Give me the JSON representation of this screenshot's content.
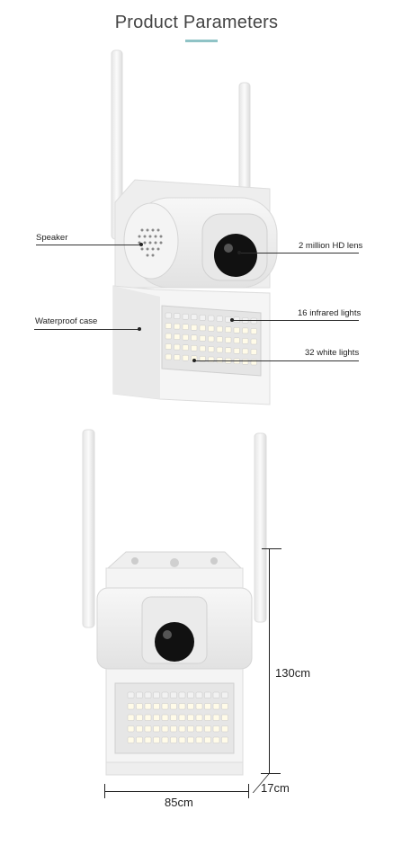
{
  "header": {
    "title": "Product Parameters",
    "accent": "#8fc3c6"
  },
  "callouts": {
    "speaker": "Speaker",
    "waterproof": "Waterproof case",
    "lens": "2 million HD lens",
    "infrared": "16 infrared lights",
    "white": "32 white lights"
  },
  "dimensions": {
    "height": "130cm",
    "width": "85cm",
    "depth": "17cm"
  }
}
